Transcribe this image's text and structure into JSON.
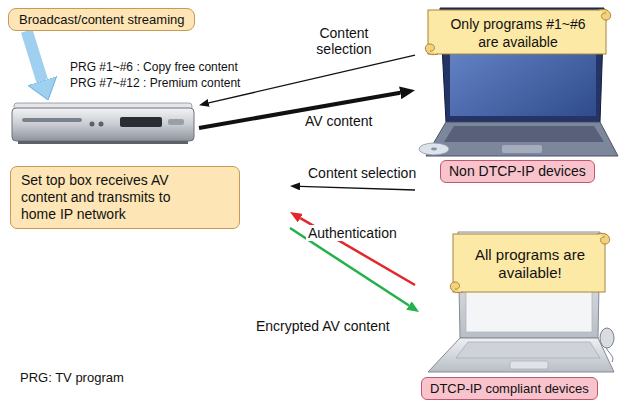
{
  "diagram": {
    "nodes": [
      {
        "text": [
          "Broadcast/content streaming"
        ]
      },
      {
        "text": [
          "Set top box receives AV content and transmits to home IP network"
        ]
      },
      {
        "text": [
          "Non DTCP-IP devices"
        ]
      },
      {
        "text": [
          "Only programs #1~#6 are available"
        ],
        "in": 2
      },
      {
        "text": [
          "DTCP-IP compliant devices"
        ]
      },
      {
        "text": [
          "All programs are available!"
        ],
        "in": 4
      }
    ],
    "edges": [
      {
        "from": 0,
        "to": 1,
        "arrow": "to"
      },
      {
        "from": 2,
        "to": 1,
        "label": "Content selection",
        "arrow": "to"
      },
      {
        "from": 1,
        "to": 2,
        "label": "AV content",
        "arrow": "to"
      },
      {
        "from": 4,
        "to": 1,
        "label": "Content selection",
        "arrow": "to"
      },
      {
        "from": 4,
        "to": 1,
        "label": "Authentication",
        "arrow": "to"
      },
      {
        "from": 1,
        "to": 4,
        "label": "Encrypted AV content",
        "arrow": "to"
      }
    ],
    "labels": [
      "PRG #1~#6 : Copy free content",
      "PRG #7~#12 : Premium content",
      "PRG: TV program"
    ]
  }
}
